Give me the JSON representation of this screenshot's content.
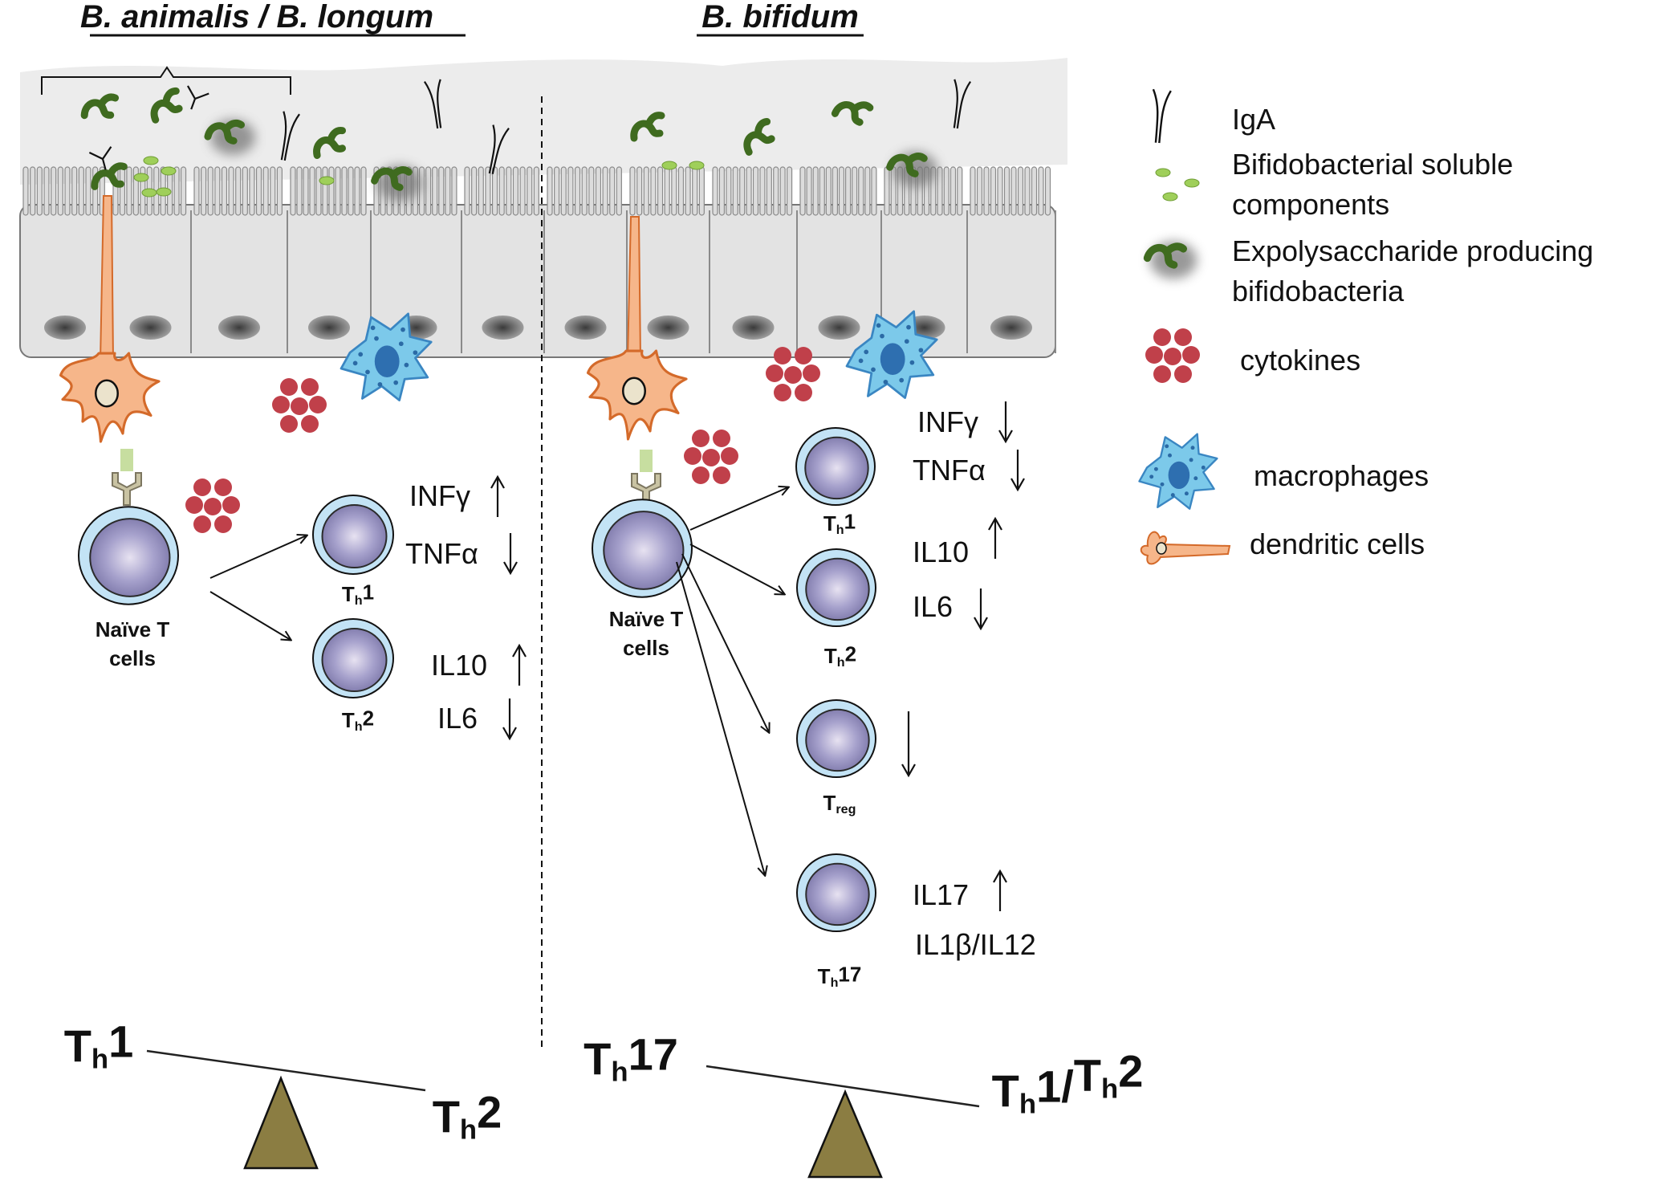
{
  "headings": {
    "left": "B. animalis / B. longum",
    "right": "B. bifidum"
  },
  "left_panel": {
    "naive": [
      "Naïve T",
      "cells"
    ],
    "th1": {
      "base": "T",
      "sub": "h",
      "rest": "1"
    },
    "th2": {
      "base": "T",
      "sub": "h",
      "rest": "2"
    },
    "th1_cytokines": [
      {
        "label": "INFγ",
        "arrow": "↑"
      },
      {
        "label": "TNFα",
        "arrow": "↓"
      }
    ],
    "th2_cytokines": [
      {
        "label": "IL10",
        "arrow": "↑"
      },
      {
        "label": "IL6",
        "arrow": "↓"
      }
    ],
    "balance": {
      "high": {
        "base": "T",
        "sub": "h",
        "rest": "1"
      },
      "low": {
        "base": "T",
        "sub": "h",
        "rest": "2"
      }
    }
  },
  "right_panel": {
    "naive": [
      "Naïve T",
      "cells"
    ],
    "th1": {
      "base": "T",
      "sub": "h",
      "rest": "1"
    },
    "th2": {
      "base": "T",
      "sub": "h",
      "rest": "2"
    },
    "treg": {
      "base": "T",
      "sub": "reg",
      "rest": ""
    },
    "th17": {
      "base": "T",
      "sub": "h",
      "rest": "17"
    },
    "th1_cytokines": [
      {
        "label": "INFγ",
        "arrow": "↓"
      },
      {
        "label": "TNFα",
        "arrow": "↓"
      }
    ],
    "th2_cytokines": [
      {
        "label": "IL10",
        "arrow": "↑"
      },
      {
        "label": "IL6",
        "arrow": "↓"
      }
    ],
    "treg_arrow": "↓",
    "th17_cytokines": [
      {
        "label": "IL17",
        "arrow": "↑"
      },
      {
        "label": "IL1β/IL12",
        "arrow": ""
      }
    ],
    "balance": {
      "high": {
        "base": "T",
        "sub": "h",
        "rest": "17"
      },
      "low": {
        "base": "T",
        "sub": "h",
        "rest": "1/",
        "base2": "T",
        "sub2": "h",
        "rest2": "2"
      }
    }
  },
  "legend": [
    {
      "icon": "iga-icon",
      "lines": [
        "IgA"
      ]
    },
    {
      "icon": "soluble-components-icon",
      "lines": [
        "Bifidobacterial soluble",
        "components"
      ]
    },
    {
      "icon": "eps-bifidobacteria-icon",
      "lines": [
        "Expolysaccharide producing",
        "bifidobacteria"
      ]
    },
    {
      "icon": "cytokines-icon",
      "lines": [
        "cytokines"
      ]
    },
    {
      "icon": "macrophage-icon",
      "lines": [
        "macrophages"
      ]
    },
    {
      "icon": "dendritic-cell-icon",
      "lines": [
        "dendritic cells"
      ]
    }
  ],
  "colors": {
    "bacteria": "#3f6b1f",
    "soluble": "#9fcf5a",
    "cytokine": "#c0404a",
    "macrophage": "#7cc9ea",
    "macrophage_nucleus": "#2e6fb0",
    "dendritic": "#f6b68a",
    "tcell_outer": "#c3e3f5",
    "tcell_inner": "#8c88b8",
    "epithelium": "#e3e3e3",
    "pivot": "#8b7d42"
  }
}
